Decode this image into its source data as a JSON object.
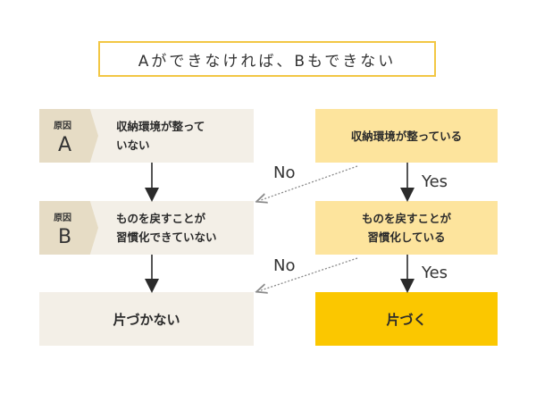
{
  "title": "Aができなければ、Bもできない",
  "left": {
    "cause_a": {
      "label": "原因",
      "letter": "A",
      "line1": "収納環境が整って",
      "line2": "いない"
    },
    "cause_b": {
      "label": "原因",
      "letter": "B",
      "line1": "ものを戻すことが",
      "line2": "習慣化できていない"
    },
    "result": "片づかない"
  },
  "right": {
    "step1": "収納環境が整っている",
    "step2_line1": "ものを戻すことが",
    "step2_line2": "習慣化している",
    "result": "片づく"
  },
  "labels": {
    "no1": "No",
    "yes1": "Yes",
    "no2": "No",
    "yes2": "Yes"
  },
  "colors": {
    "border": "#f2c744",
    "left_bg": "#f3efe7",
    "cause_bg": "#e6dcc5",
    "right_bg": "#fde49d",
    "result_right": "#fbc700"
  }
}
